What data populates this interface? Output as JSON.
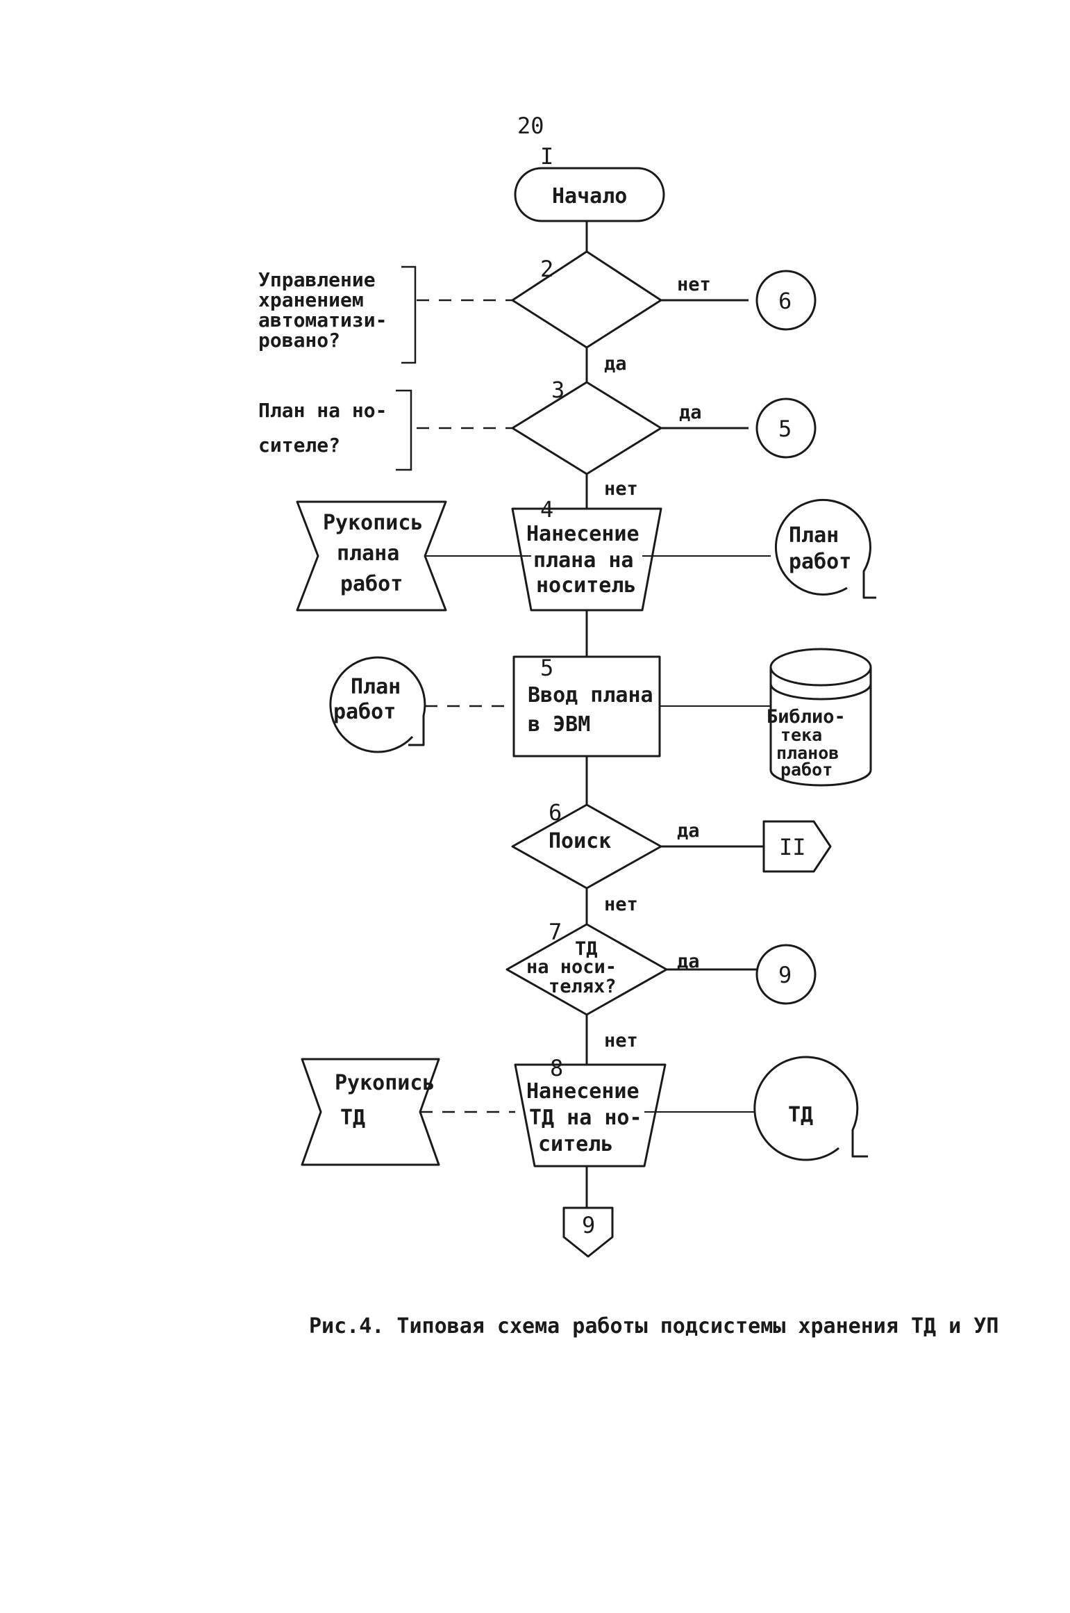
{
  "page_number": "20",
  "caption": "Рис.4. Типовая схема работы подсистемы хранения ТД и УП",
  "blocks": {
    "b1": {
      "num": "I",
      "text": "Начало"
    },
    "b2": {
      "num": "2",
      "note": [
        "Управление",
        "хранением",
        "автоматизи-",
        "ровано?"
      ],
      "no": "нет",
      "yes": "да"
    },
    "b3": {
      "num": "3",
      "note": [
        "План на но-",
        "сителе?"
      ],
      "yes": "да",
      "no": "нет"
    },
    "b4": {
      "num": "4",
      "lines": [
        "Нанесение",
        "плана на",
        "носитель"
      ]
    },
    "b5": {
      "num": "5",
      "lines": [
        "Ввод плана",
        "в ЭВМ"
      ]
    },
    "b6": {
      "num": "6",
      "text": "Поиск",
      "yes": "да",
      "no": "нет"
    },
    "b7": {
      "num": "7",
      "lines": [
        "ТД",
        "на носи-",
        "телях?"
      ],
      "yes": "да",
      "no": "нет"
    },
    "b8": {
      "num": "8",
      "lines": [
        "Нанесение",
        "ТД на но-",
        "ситель"
      ]
    }
  },
  "connectors": {
    "c6": "6",
    "c5": "5",
    "c9a": "9",
    "c9b": "9",
    "c11": "II"
  },
  "side": {
    "manuscript_plan": [
      "Рукопись",
      "плана",
      "работ"
    ],
    "plan_doc_right": [
      "План",
      "работ"
    ],
    "plan_doc_left": [
      "План",
      "работ"
    ],
    "library": [
      "Библио-",
      "тека",
      "планов",
      "работ"
    ],
    "manuscript_td": [
      "Рукопись",
      "ТД"
    ],
    "td_doc": "ТД"
  }
}
